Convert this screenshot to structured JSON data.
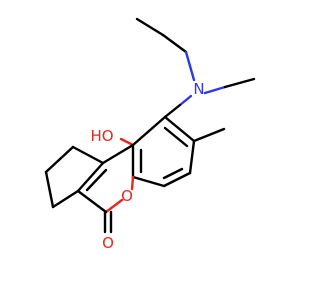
{
  "atoms": {
    "nitrogen": {
      "symbol": "N",
      "color": "#2d39e8"
    },
    "hydroxyl": {
      "symbol": "HO",
      "color": "#e8281f"
    },
    "ring_oxygen": {
      "symbol": "O",
      "color": "#e8281f"
    },
    "carbonyl_oxygen": {
      "symbol": "O",
      "color": "#e8281f"
    }
  },
  "colors": {
    "bond": "#000000",
    "oxygen": "#e8281f",
    "nitrogen": "#2d39e8",
    "background": "#ffffff"
  }
}
